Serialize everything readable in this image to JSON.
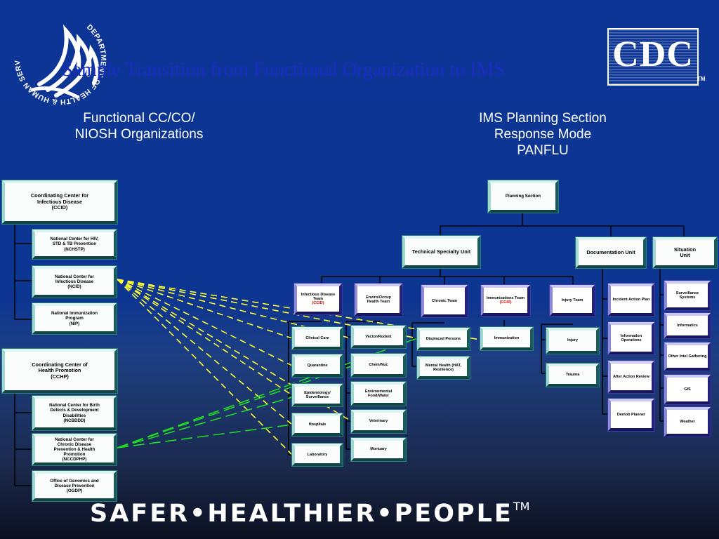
{
  "title": "Sample Transition from Functional Organization to IMS",
  "left_heading": "Functional CC/CO/\nNIOSH Organizations",
  "right_heading": "IMS Planning Section\nResponse Mode\nPANFLU",
  "logos": {
    "hhs": "DEPARTMENT OF HEALTH & HUMAN SERVICES·USA",
    "cdc": "CDC",
    "cdc_tm": "TM"
  },
  "tagline": "SAFER•HEALTHIER•PEOPLE",
  "tagline_tm": "TM",
  "functional": {
    "ccid": "Coordinating Center for\nInfectious Disease\n(CCID)",
    "nchstp": "National Center for HIV,\nSTD & TB Prevention\n(NCHSTP)",
    "ncid": "National Center for\nInfectious Disease\n(NCID)",
    "nip": "National Immunization\nProgram\n(NIP)",
    "cchp": "Coordinating Center of\nHealth Promotion\n(CCHP)",
    "ncbddd": "National Center for Birth\nDefects & Development\nDisabilities\n(NCBDDD)",
    "nccdphp": "National Center for\nChronic Disease\nPrevention & Health\nPromotion\n(NCCDPHP)",
    "ogdp": "Office of Genomics and\nDisease Prevention\n(OGDP)"
  },
  "ims": {
    "planning": "Planning Section",
    "tech_unit": "Technical Specialty Unit",
    "doc_unit": "Documentation Unit",
    "sit_unit": "Situation\nUnit",
    "infectious_team": "Infectious Disease\nTeam",
    "infectious_team_tag": "(CCID)",
    "enviro_team": "Enviro/Occup\nHealth Team",
    "chronic_team": "Chronic Team",
    "immunizations_team": "Immunizations Team",
    "immunizations_team_tag": "(CCID)",
    "injury_team": "Injury Team",
    "clinical_care": "Clinical Care",
    "quarantine": "Quarantine",
    "epidemiology": "Epidemiology/\nSurveillance",
    "hospitals": "Hospitals",
    "laboratory": "Laboratory",
    "vector": "Vector/Rodent",
    "chem": "Chem/Nuc",
    "environmental": "Environmental\nFood/Water",
    "veterinary": "Veterinary",
    "mortuary": "Mortuary",
    "displaced": "Displaced Persons",
    "mental_health": "Mental Health (HAT,\nResilience)",
    "immunization": "Immunization",
    "injury": "Injury",
    "trauma": "Trauma",
    "incident_action": "Incident Action Plan",
    "info_ops": "Information\nOperations",
    "after_action": "After Action Review",
    "demob": "Demob Planner",
    "surveillance_systems": "Surveillance\nSystems",
    "informatics": "Informatics",
    "other_intel": "Other Intel Gathering",
    "gis": "GIS",
    "weather": "Weather"
  },
  "colors": {
    "background_top": "#0c3596",
    "background_bottom": "#0c1020",
    "title_text": "#1a2cc4",
    "heading_text": "#ffffff",
    "teal_border": "#1a5c5c",
    "purple_border": "#23217a",
    "yellow_connector": "#ffff33",
    "green_connector": "#22dd22",
    "red_tag": "#d20000"
  }
}
